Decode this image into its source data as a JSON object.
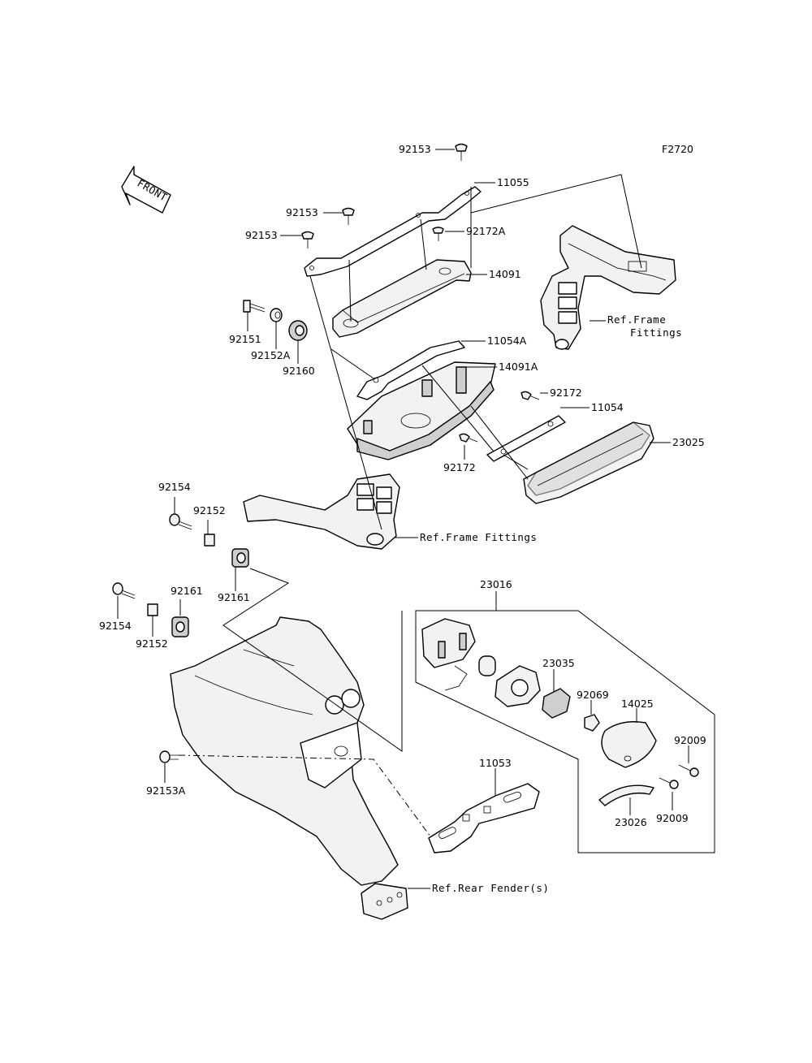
{
  "diagram": {
    "figure_code": "F2720",
    "front_label": "FRONT",
    "labels": {
      "p92153_top": "92153",
      "p11055": "11055",
      "p92153_mid": "92153",
      "p92153_left": "92153",
      "p92172A": "92172A",
      "p14091": "14091",
      "p92151": "92151",
      "p92152A": "92152A",
      "p92160": "92160",
      "p11054A": "11054A",
      "p14091A": "14091A",
      "p92172_r": "92172",
      "p11054": "11054",
      "p23025": "23025",
      "p92172_l": "92172",
      "p92154_top": "92154",
      "p92152_top": "92152",
      "p92161_top": "92161",
      "p92161_mid": "92161",
      "p92154_bot": "92154",
      "p92152_bot": "92152",
      "p23016": "23016",
      "p23035": "23035",
      "p92069": "92069",
      "p14025": "14025",
      "p92009_a": "92009",
      "p92009_b": "92009",
      "p23026": "23026",
      "p11053": "11053",
      "p92153A": "92153A",
      "ref_frame_top_1": "Ref.Frame",
      "ref_frame_top_2": "Fittings",
      "ref_frame_mid": "Ref.Frame Fittings",
      "ref_rear_fender": "Ref.Rear Fender(s)"
    }
  }
}
